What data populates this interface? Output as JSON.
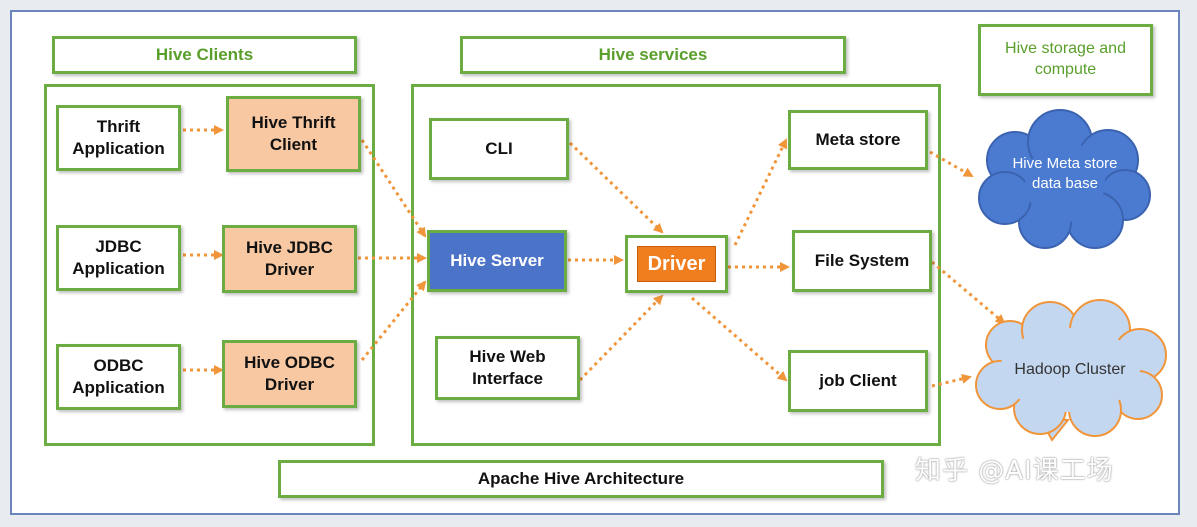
{
  "headers": {
    "clients": "Hive Clients",
    "services": "Hive services",
    "storage": "Hive storage and compute",
    "footer": "Apache Hive Architecture"
  },
  "clients": {
    "thrift_app": "Thrift Application",
    "thrift_client": "Hive Thrift Client",
    "jdbc_app": "JDBC Application",
    "jdbc_driver": "Hive JDBC Driver",
    "odbc_app": "ODBC Application",
    "odbc_driver": "Hive ODBC Driver"
  },
  "services": {
    "cli": "CLI",
    "hive_server": "Hive Server",
    "web_interface": "Hive Web Interface",
    "driver": "Driver",
    "meta_store": "Meta store",
    "file_system": "File System",
    "job_client": "job Client"
  },
  "storage": {
    "meta_db": "Hive Meta store data base",
    "hadoop": "Hadoop Cluster"
  },
  "watermark": "知乎 @AI课工场",
  "colors": {
    "green": "#6cad43",
    "peach": "#f7c8a2",
    "blue": "#4b73c7",
    "orange": "#f07e1e",
    "arrow": "#f0953a",
    "cloud_dark": "#4a7bd1",
    "cloud_light": "#c4d7f0"
  }
}
